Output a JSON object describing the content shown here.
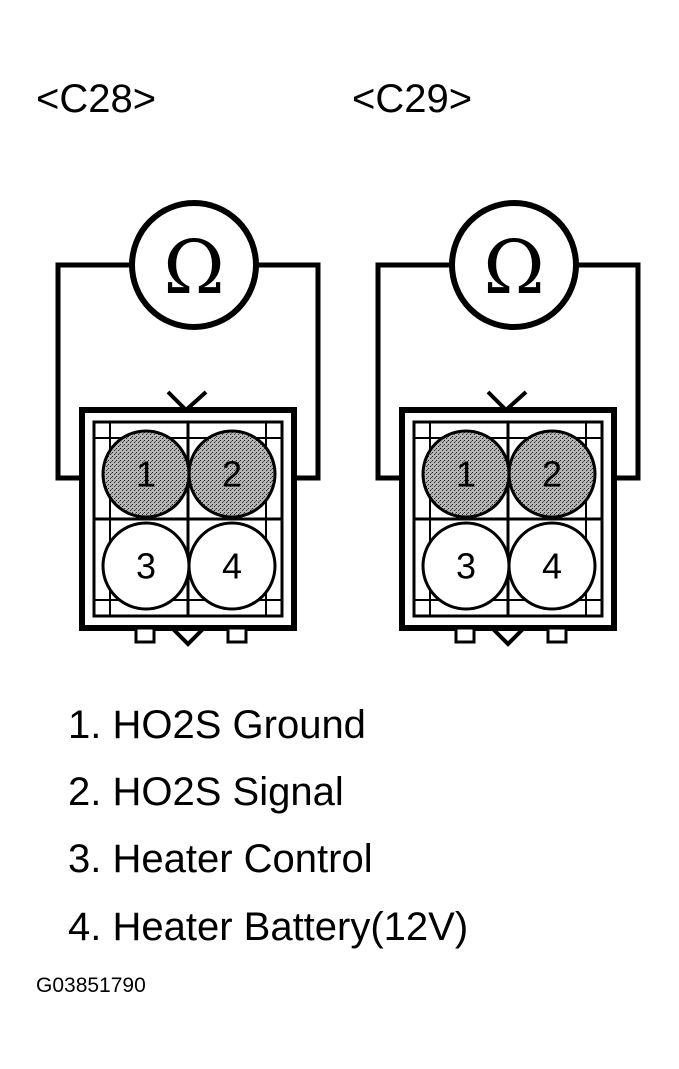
{
  "connectors": [
    {
      "label": "<C28>",
      "meter_symbol": "Ω",
      "pins": [
        {
          "number": "1",
          "tested": true
        },
        {
          "number": "2",
          "tested": true
        },
        {
          "number": "3",
          "tested": false
        },
        {
          "number": "4",
          "tested": false
        }
      ]
    },
    {
      "label": "<C29>",
      "meter_symbol": "Ω",
      "pins": [
        {
          "number": "1",
          "tested": true
        },
        {
          "number": "2",
          "tested": true
        },
        {
          "number": "3",
          "tested": false
        },
        {
          "number": "4",
          "tested": false
        }
      ]
    }
  ],
  "legend": [
    "1. HO2S Ground",
    "2. HO2S Signal",
    "3. Heater Control",
    "4. Heater Battery(12V)"
  ],
  "figure_code": "G03851790",
  "colors": {
    "line": "#000000",
    "tested_pin_fill": "#8a8a8a",
    "background": "#ffffff"
  }
}
